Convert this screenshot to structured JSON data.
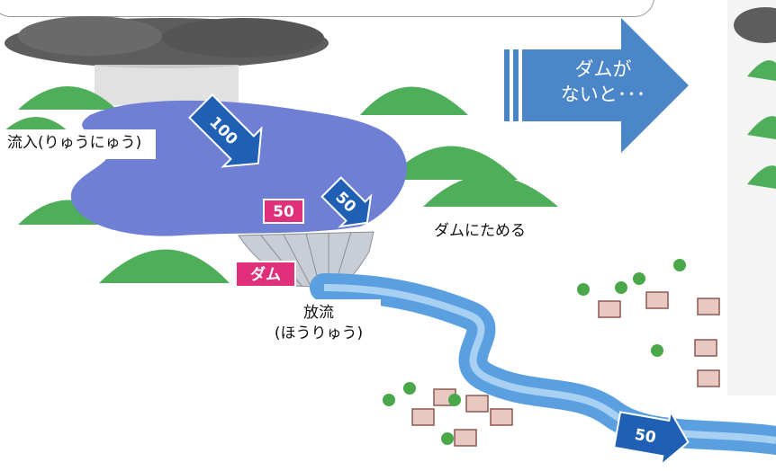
{
  "labels": {
    "inflow": "流入(りゅうにゅう)",
    "store": "ダムにためる",
    "release_main": "放流",
    "release_reading": "(ほうりゅう)"
  },
  "arrow": {
    "line1": "ダムが",
    "line2": "ないと･･･"
  },
  "badges": {
    "inflow_value": "100",
    "stored_value": "50",
    "dam": "ダム",
    "released_value": "50",
    "downstream_value": "50"
  },
  "colors": {
    "lake": "#6e7fd4",
    "mountain": "#4fae5a",
    "river": "#5aa0e0",
    "arrow": "#4a86c8",
    "badge_blue": "#1f5fb4",
    "badge_magenta": "#e0307a",
    "cloud": "#5d5d5d"
  }
}
